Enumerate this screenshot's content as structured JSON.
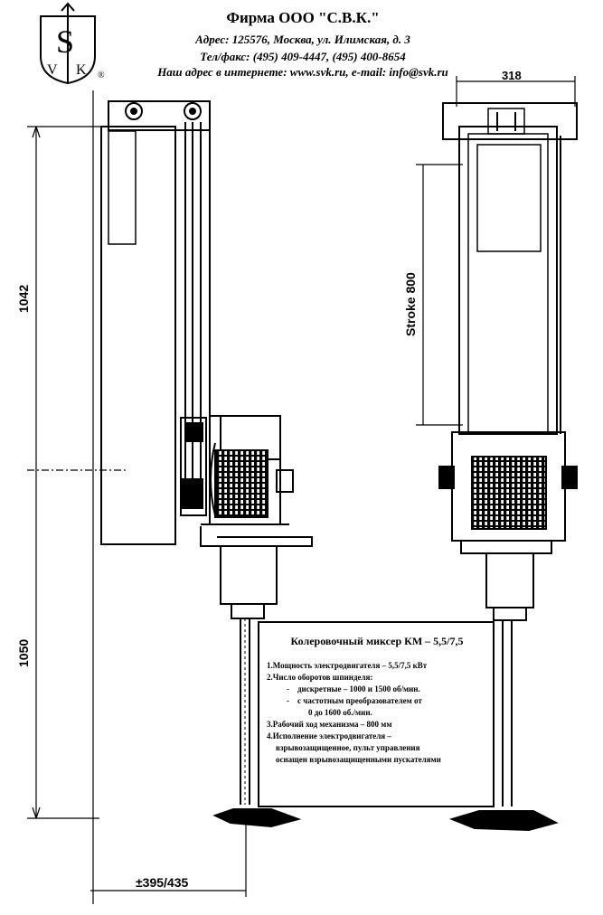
{
  "header": {
    "firm": "Фирма ООО \"С.В.К.\"",
    "address": "Адрес: 125576, Москва, ул. Илимская, д. 3",
    "phone": "Тел/факс: (495) 409-4447, (495) 400-8654",
    "web": "Наш адрес в интернете: www.svk.ru, e-mail: info@svk.ru"
  },
  "logo": {
    "letter_s": "S",
    "letter_v": "V",
    "letter_k": "K",
    "registered": "®"
  },
  "dimensions": {
    "height_upper": "1042",
    "height_lower": "1050",
    "reach": "±395/435",
    "width_top": "318",
    "stroke": "Stroke 800"
  },
  "spec": {
    "title": "Колеровочный миксер КМ – 5,5/7,5",
    "line1": "1.Мощность электродвигателя – 5,5/7,5 кВт",
    "line2": "2.Число оборотов шпинделя:",
    "line3_dash": "-",
    "line3": "дискретные – 1000 и 1500 об/мин.",
    "line4_dash": "-",
    "line4": "с частотным преобразователем от",
    "line5": "0 до 1600 об./мин.",
    "line6": "3.Рабочий ход механизма – 800 мм",
    "line7": "4.Исполнение электродвигателя –",
    "line8": "взрывозащищенное, пульт управления",
    "line9": "оснащен взрывозащищенными пускателями"
  }
}
